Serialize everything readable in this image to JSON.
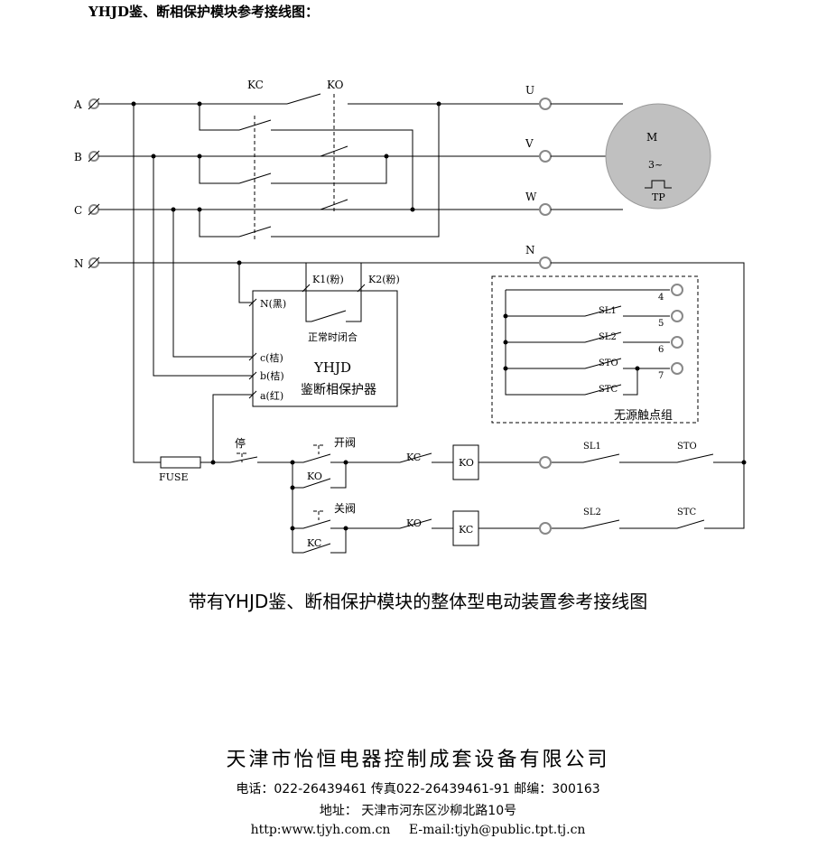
{
  "header": {
    "title": "YHJD鉴、断相保护模块参考接线图："
  },
  "lines": {
    "a": "A",
    "b": "B",
    "c": "C",
    "n": "N"
  },
  "contactors": {
    "kc": "KC",
    "ko": "KO"
  },
  "outputs": {
    "u": "U",
    "v": "V",
    "w": "W",
    "n": "N"
  },
  "motor": {
    "label": "M",
    "phase": "3~",
    "thermal": "TP"
  },
  "module": {
    "name": "YHJD",
    "desc": "鉴断相保护器",
    "pin_n": "N(黑)",
    "pin_c": "c(桔)",
    "pin_b": "b(桔)",
    "pin_a": "a(红)",
    "k1": "K1(粉)",
    "k2": "K2(粉)",
    "normally": "正常时闭合"
  },
  "passive_group": {
    "label": "无源触点组",
    "terminals": [
      "4",
      "5",
      "6",
      "7"
    ],
    "contacts": [
      "SL1",
      "SL2",
      "STO",
      "STC"
    ]
  },
  "control": {
    "stop": "停",
    "open": "开阀",
    "close": "关阀",
    "fuse": "FUSE",
    "ko": "KO",
    "kc": "KC",
    "coil_ko": "KO",
    "coil_kc": "KC",
    "sl1": "SL1",
    "sl2": "SL2",
    "sto": "STO",
    "stc": "STC"
  },
  "caption": "带有YHJD鉴、断相保护模块的整体型电动装置参考接线图",
  "footer": {
    "company": "天津市怡恒电器控制成套设备有限公司",
    "contact": "电话：022-26439461  传真022-26439461-91   邮编：300163",
    "address": "地址：  天津市河东区沙柳北路10号",
    "web": "http:www.tjyh.com.cn",
    "email": "E-mail:tjyh@public.tpt.tj.cn"
  }
}
